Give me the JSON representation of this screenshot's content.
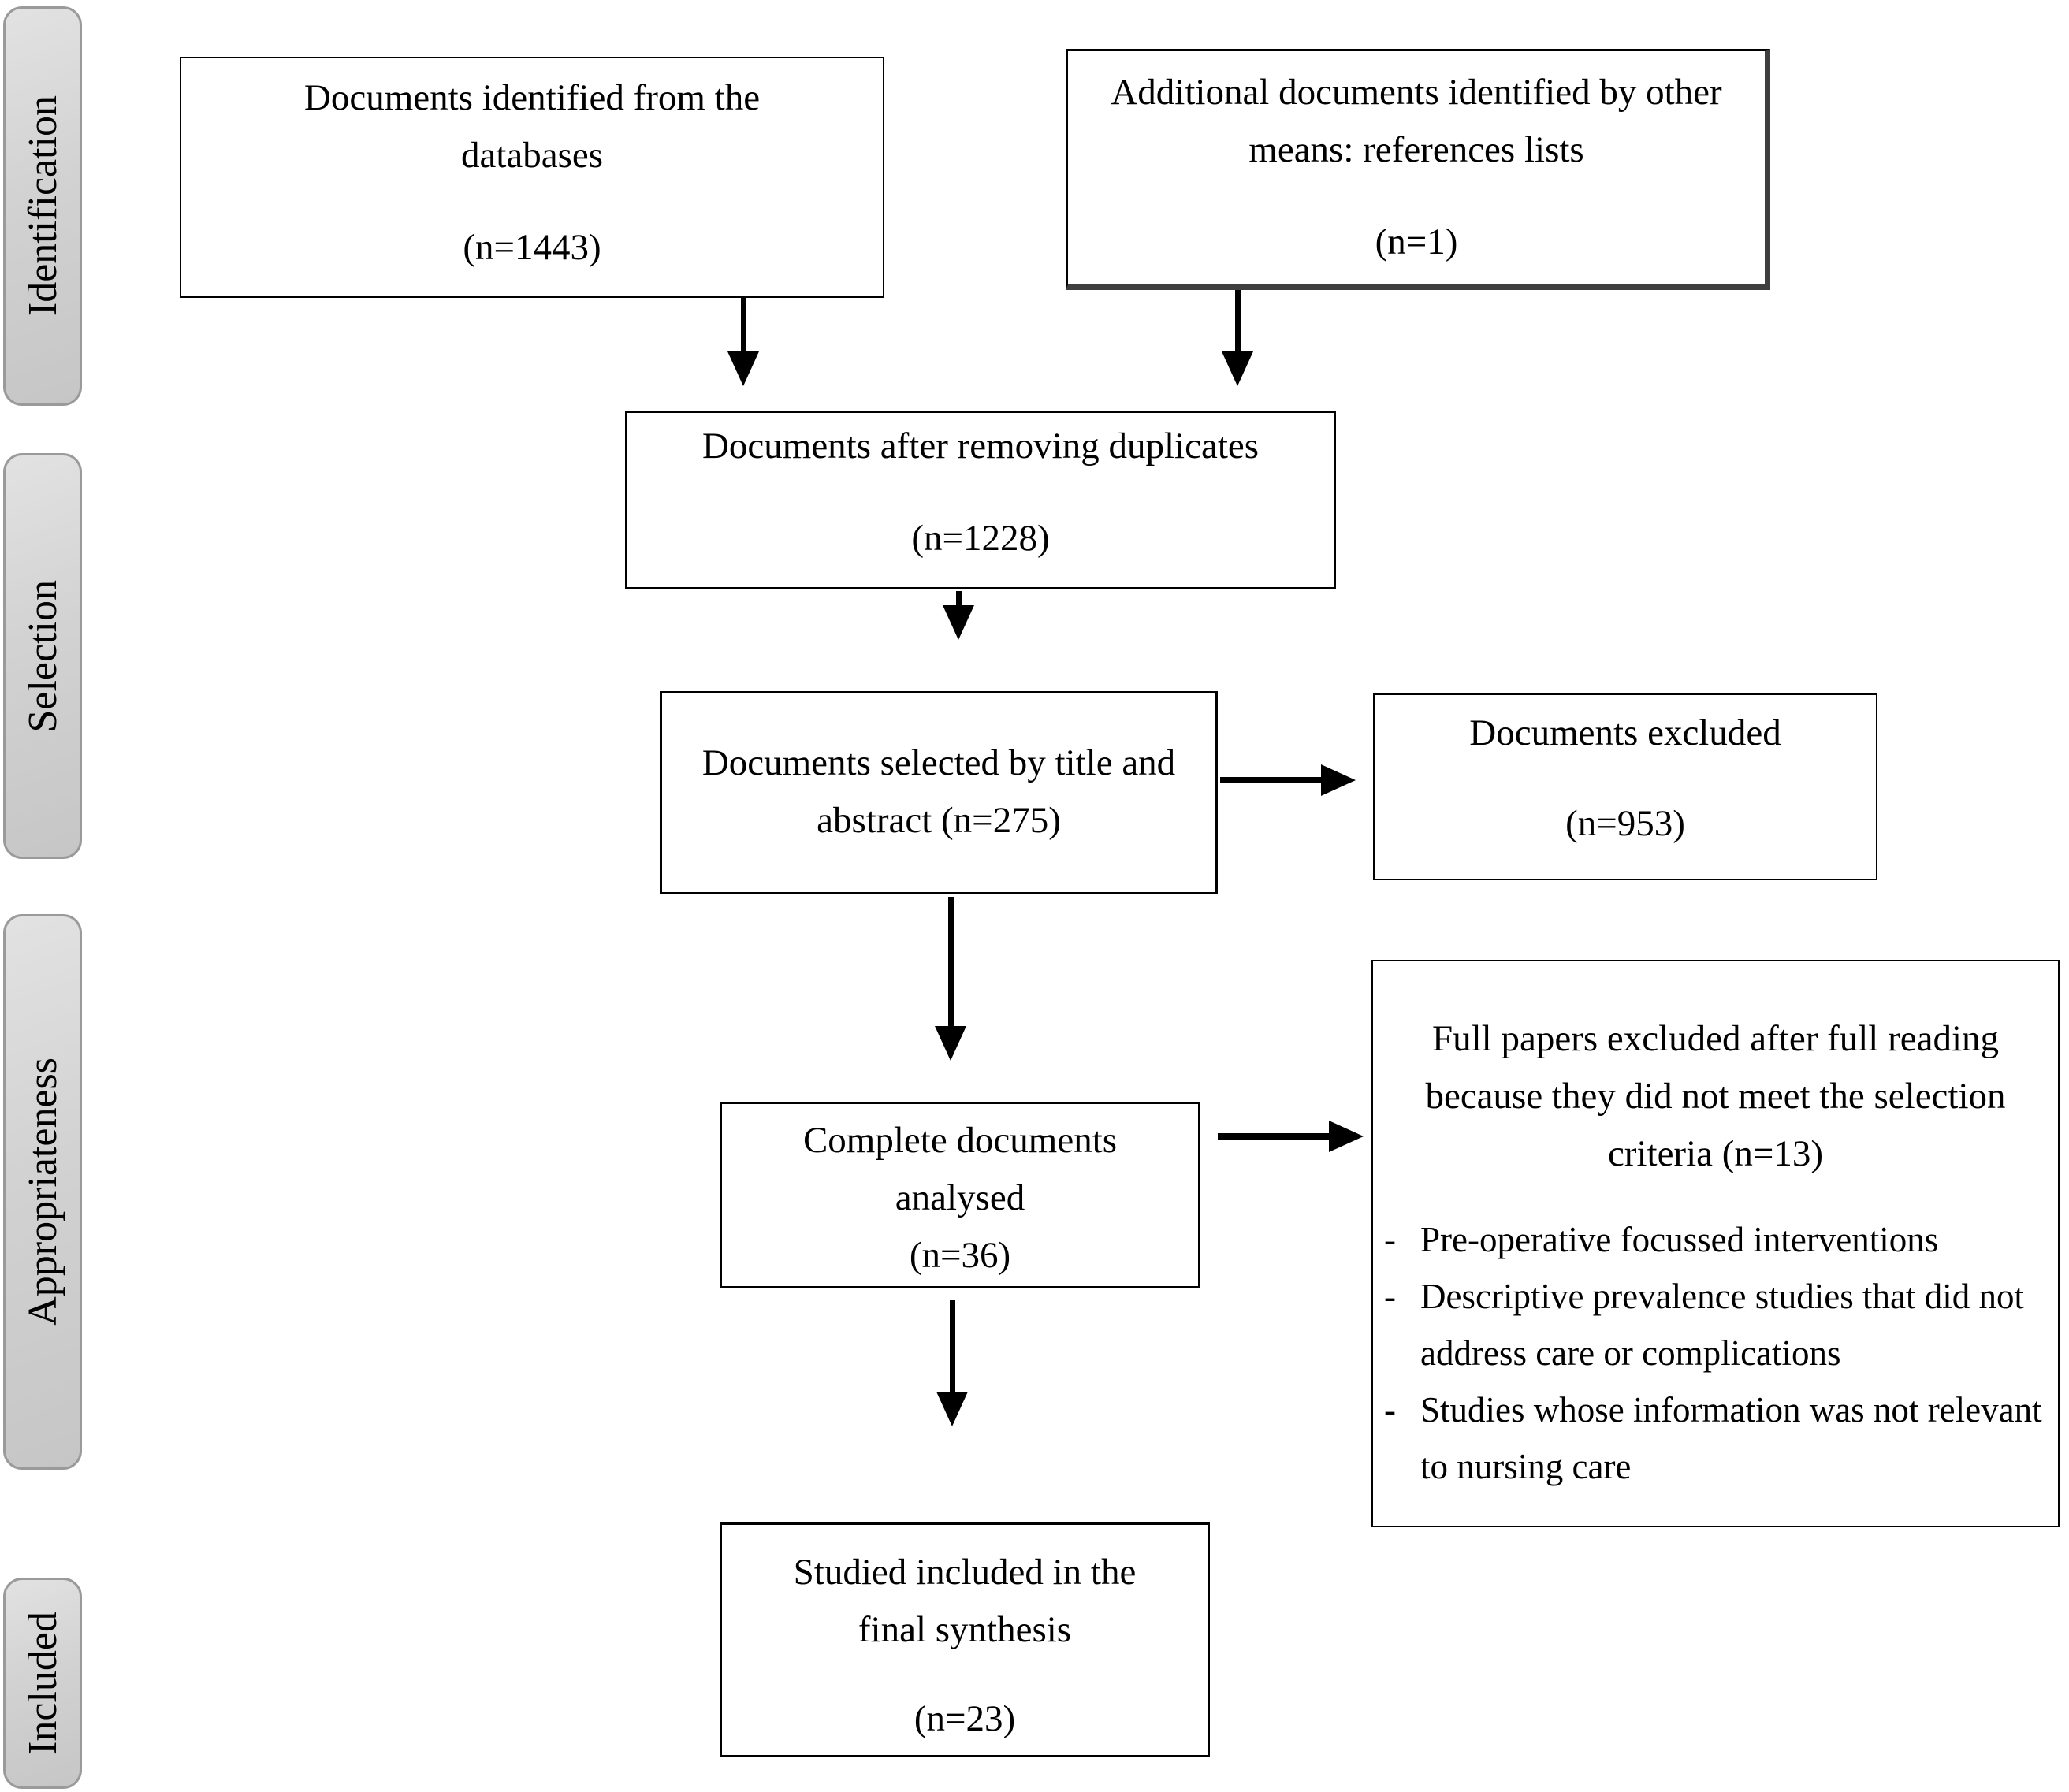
{
  "colors": {
    "background": "#ffffff",
    "box_border": "#000000",
    "text": "#000000",
    "stage_fill": "#d2d2d2",
    "stage_border": "#9a9a9a",
    "shadow_border": "#3f3f3f"
  },
  "bullets": {
    "dash": "-"
  },
  "sidebar": {
    "stages": [
      {
        "label": "Identification"
      },
      {
        "label": "Selection"
      },
      {
        "label": "Appropriateness"
      },
      {
        "label": "Included"
      }
    ]
  },
  "flow": {
    "identified": {
      "title": "Documents identified from the databases",
      "n": "(n=1443)"
    },
    "additional": {
      "title": "Additional documents identified by other means: references lists",
      "n": "(n=1)"
    },
    "duplicates": {
      "title": "Documents after removing duplicates",
      "n": "(n=1228)"
    },
    "title_abstract": {
      "title": "Documents selected by title and abstract (n=275)"
    },
    "excluded": {
      "title": "Documents excluded",
      "n": "(n=953)"
    },
    "analysed": {
      "title": "Complete documents analysed",
      "n": "(n=36)"
    },
    "full_papers": {
      "title": "Full papers excluded after full reading because they did not meet the selection criteria (n=13)",
      "reasons": [
        "Pre-operative focussed interventions",
        "Descriptive prevalence studies that did not address care or complications",
        "Studies whose information was not relevant to nursing care"
      ]
    },
    "final": {
      "title": "Studied included in the final synthesis",
      "n": "(n=23)"
    }
  }
}
